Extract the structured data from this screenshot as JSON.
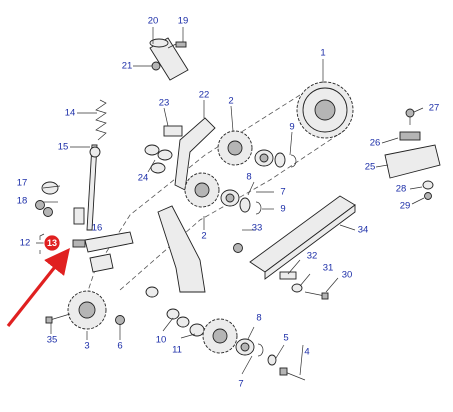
{
  "diagram": {
    "highlight_color": "#e02020",
    "label_color": "#1c2ea8",
    "labels": {
      "p1": "1",
      "p2a": "2",
      "p2b": "2",
      "p3": "3",
      "p4": "4",
      "p5": "5",
      "p6": "6",
      "p7a": "7",
      "p7b": "7",
      "p8a": "8",
      "p8b": "8",
      "p9a": "9",
      "p9b": "9",
      "p10": "10",
      "p11": "11",
      "p12": "12",
      "p13": "13",
      "p14": "14",
      "p15": "15",
      "p16": "16",
      "p17": "17",
      "p18": "18",
      "p19": "19",
      "p20": "20",
      "p21": "21",
      "p22": "22",
      "p23": "23",
      "p24": "24",
      "p25": "25",
      "p26": "26",
      "p27": "27",
      "p28": "28",
      "p29": "29",
      "p30": "30",
      "p31": "31",
      "p32": "32",
      "p33": "33",
      "p34": "34",
      "p35": "35"
    }
  }
}
